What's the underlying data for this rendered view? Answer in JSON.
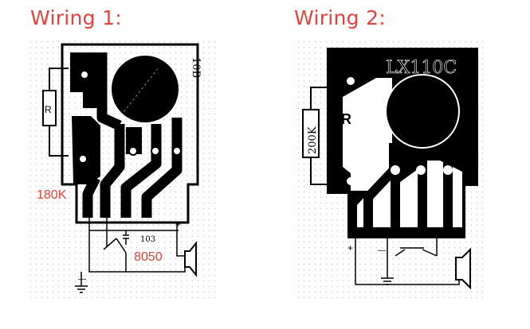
{
  "panels": [
    {
      "title": "Wiring 1:",
      "resistor_label": "R",
      "resistance_label": "180K",
      "board_label": "10B",
      "capacitor_label": "103",
      "transistor_label": "8050",
      "plus_label": "+",
      "minus_label": "—"
    },
    {
      "title": "Wiring 2:",
      "chip_label": "LX110C",
      "resistor_label": "R",
      "resistance_label": "200K",
      "plus_label": "+",
      "minus_label": "—"
    }
  ],
  "colors": {
    "title": "#e8403a",
    "annotation_red": "#e8403a",
    "ink": "#000000",
    "grid_dot": "#c8c8c8"
  }
}
